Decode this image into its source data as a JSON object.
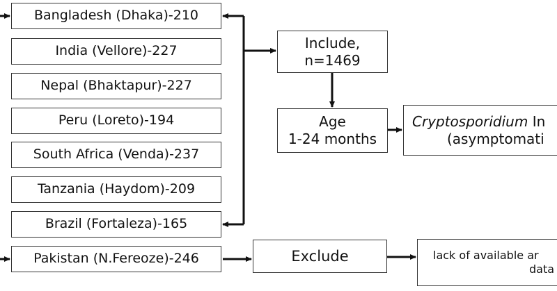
{
  "sites": [
    "Bangladesh (Dhaka)-210",
    "India (Vellore)-227",
    "Nepal (Bhaktapur)-227",
    "Peru (Loreto)-194",
    "South Africa (Venda)-237",
    "Tanzania (Haydom)-209",
    "Brazil (Fortaleza)-165"
  ],
  "excluded_site": "Pakistan (N.Fereoze)-246",
  "include": {
    "line1": "Include,",
    "line2": "n=1469"
  },
  "age": {
    "line1": "Age",
    "line2": "1-24 months"
  },
  "infection": {
    "italic": "Cryptosporidium",
    "rest": " In",
    "line2": "(asymptomati"
  },
  "exclude": {
    "label": "Exclude"
  },
  "exclude_reason": {
    "line1": "lack of available ar",
    "line2": "data"
  },
  "colors": {
    "line": "#111111",
    "border": "#333333"
  }
}
